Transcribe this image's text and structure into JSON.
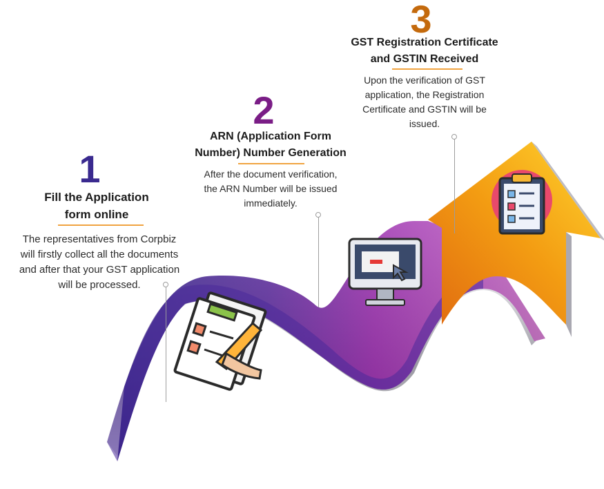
{
  "steps": [
    {
      "number": "1",
      "title_line1": "Fill the Application",
      "title_line2": "form online",
      "description_lines": [
        "The representatives from Corpbiz",
        "will firstly collect all the documents",
        "and after that your GST application",
        "will be processed."
      ],
      "number_color": "#3a2a8f",
      "icon": "application-form-icon"
    },
    {
      "number": "2",
      "title_line1": "ARN (Application Form",
      "title_line2": "Number) Number Generation",
      "description_lines": [
        "After the document verification,",
        "the ARN Number will be issued",
        "immediately."
      ],
      "number_color": "#7a1d86",
      "icon": "monitor-icon"
    },
    {
      "number": "3",
      "title_line1": "GST Registration Certificate",
      "title_line2": "and GSTIN Received",
      "description_lines": [
        "Upon the verification of GST",
        "application, the Registration",
        "Certificate and GSTIN will be",
        "issued."
      ],
      "number_color": "#c46a0d",
      "icon": "clipboard-checklist-icon"
    }
  ],
  "colors": {
    "ribbon_purple_dark": "#3d2a95",
    "ribbon_purple_mid": "#6a2aa0",
    "ribbon_magenta": "#a32cb0",
    "arrow_orange": "#f08a10",
    "arrow_yellow": "#ffd12a",
    "accent_underline": "#f0a340"
  }
}
